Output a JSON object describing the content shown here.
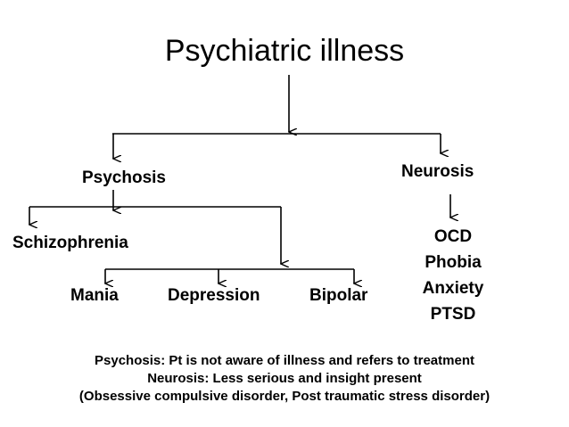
{
  "title": "Psychiatric illness",
  "psychosis": {
    "label": "Psychosis",
    "children": [
      "Schizophrenia",
      "Mania",
      "Depression",
      "Bipolar"
    ]
  },
  "neurosis": {
    "label": "Neurosis",
    "children": [
      "OCD",
      "Phobia",
      "Anxiety",
      "PTSD"
    ]
  },
  "notes": [
    "Psychosis: Pt is not aware of illness and refers to treatment",
    "Neurosis: Less serious and insight present",
    "(Obsessive compulsive disorder, Post traumatic stress disorder)"
  ]
}
